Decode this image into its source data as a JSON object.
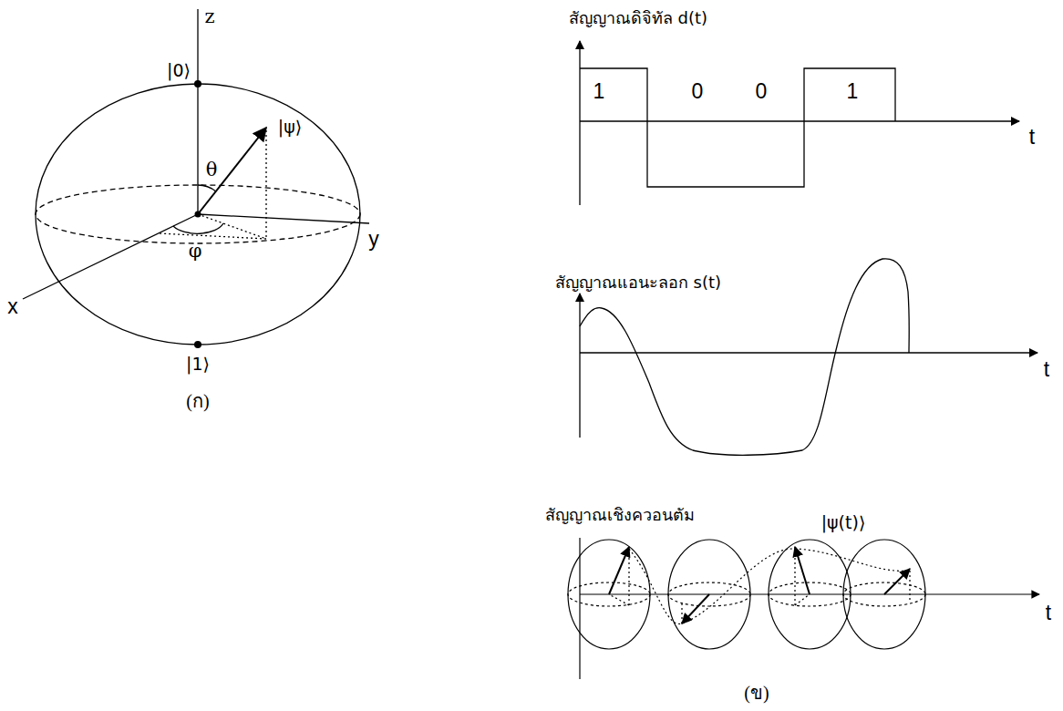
{
  "diagram": {
    "labels": [
      "z",
      "|0⟩",
      "|ψ⟩",
      "θ",
      "φ",
      "y",
      "x",
      "|1⟩",
      "(ก)",
      "สัญญาณดิจิทัล d(t)",
      "1",
      "0",
      "0",
      "1",
      "t",
      "สัญญาณแอนะลอก s(t)",
      "t",
      "สัญญาณเชิงควอนตัม",
      "|ψ(t)⟩",
      "t",
      "(ข)"
    ]
  }
}
